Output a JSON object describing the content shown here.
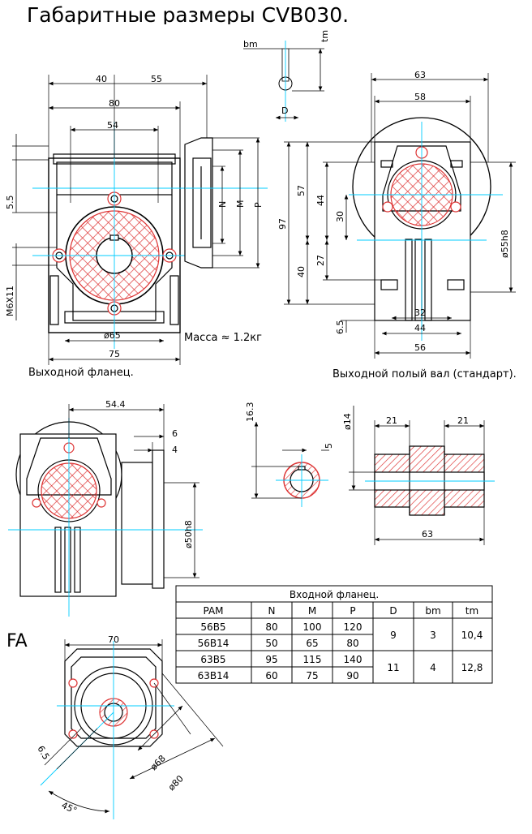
{
  "title": "Габаритные размеры CVB030.",
  "captions": {
    "mass": "Масса ≈ 1.2кг",
    "output_flange": "Выходной фланец.",
    "hollow_shaft": "Выходной полый вал (стандарт).",
    "fa": "FA"
  },
  "front_view": {
    "d40": "40",
    "d55": "55",
    "d80": "80",
    "d54": "54",
    "d55_v": "5.5",
    "m6x11": "M6X11",
    "d65": "ø65",
    "d75": "75"
  },
  "key_view": {
    "bm": "bm",
    "tm": "tm",
    "D": "D"
  },
  "side_view": {
    "N": "N",
    "M": "M",
    "P": "P",
    "d97": "97",
    "d57": "57",
    "d44": "44",
    "d30": "30",
    "d27": "27",
    "d40": "40",
    "d65": "6.5"
  },
  "right_view": {
    "d63": "63",
    "d58": "58",
    "d55h8": "ø55h8",
    "d32": "32",
    "d44": "44",
    "d56": "56"
  },
  "flange_view": {
    "d544": "54.4",
    "d6": "6",
    "d4": "4",
    "d50h8": "ø50h8"
  },
  "shaft_section": {
    "d163": "16.3",
    "d5": "5"
  },
  "shaft_view": {
    "d14": "ø14",
    "d21a": "21",
    "d21b": "21",
    "d63": "63"
  },
  "fa_view": {
    "d70": "70",
    "d65": "6.5",
    "d68": "ø68",
    "d80": "ø80",
    "d45": "45°"
  },
  "table": {
    "title": "Входной фланец.",
    "headers": [
      "PAM",
      "N",
      "M",
      "P",
      "D",
      "bm",
      "tm"
    ],
    "rows": [
      [
        "56B5",
        "80",
        "100",
        "120"
      ],
      [
        "56B14",
        "50",
        "65",
        "80"
      ],
      [
        "63B5",
        "95",
        "115",
        "140"
      ],
      [
        "63B14",
        "60",
        "75",
        "90"
      ]
    ],
    "merged": [
      {
        "D": "9",
        "bm": "3",
        "tm": "10,4"
      },
      {
        "D": "11",
        "bm": "4",
        "tm": "12,8"
      }
    ]
  }
}
